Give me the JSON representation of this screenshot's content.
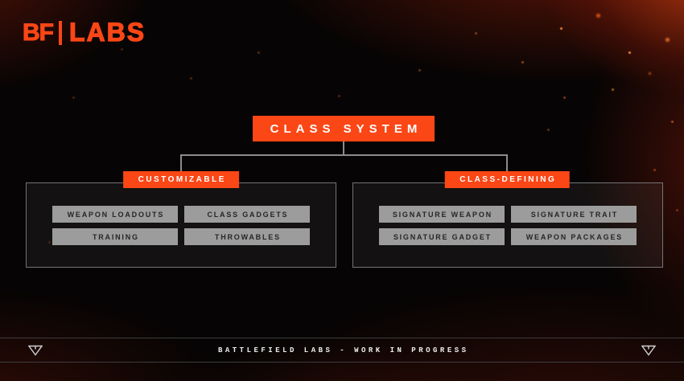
{
  "logo": {
    "bf": "BF",
    "labs": "LABS"
  },
  "diagram": {
    "title": "CLASS SYSTEM",
    "branches": [
      {
        "label": "CUSTOMIZABLE",
        "items": [
          "WEAPON LOADOUTS",
          "CLASS GADGETS",
          "TRAINING",
          "THROWABLES"
        ]
      },
      {
        "label": "CLASS-DEFINING",
        "items": [
          "SIGNATURE WEAPON",
          "SIGNATURE TRAIT",
          "SIGNATURE GADGET",
          "WEAPON PACKAGES"
        ]
      }
    ]
  },
  "footer": {
    "text": "BATTLEFIELD LABS - WORK IN PROGRESS",
    "left_icon": "down-triangle",
    "right_icon": "down-triangle"
  },
  "colors": {
    "accent": "#fb4616",
    "chip_gray": "#9c9c9c",
    "line_gray": "#8c8c8c"
  }
}
